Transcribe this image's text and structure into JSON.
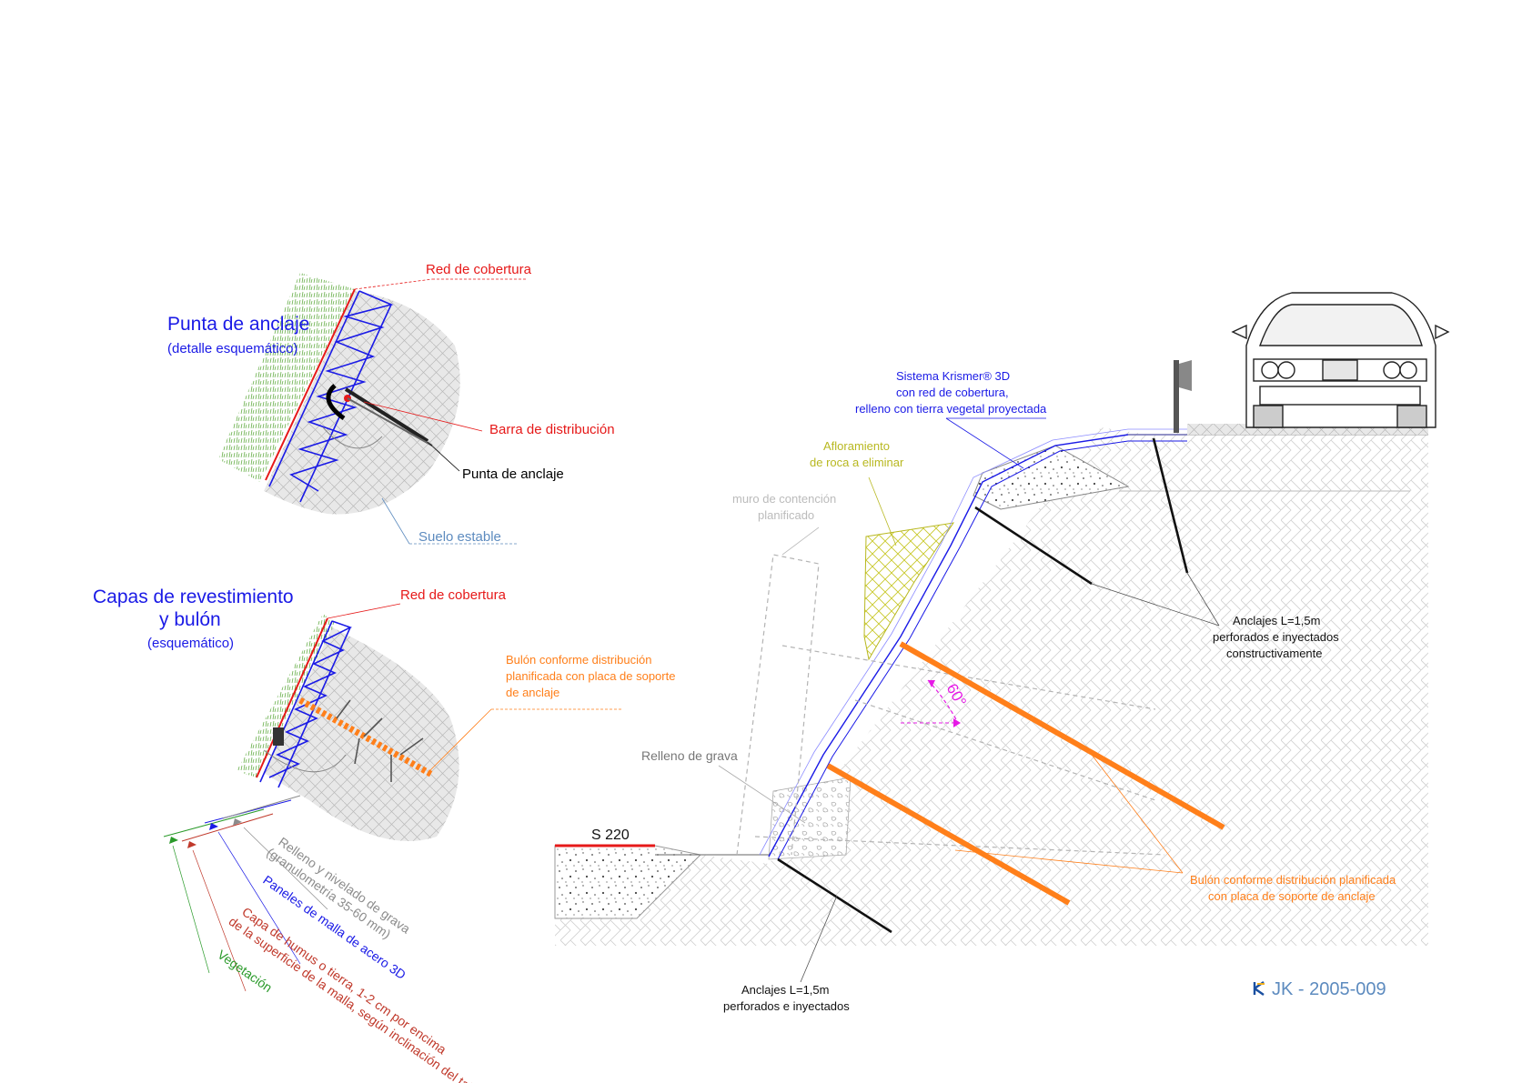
{
  "detail_top": {
    "title": "Punta de anclaje",
    "subtitle": "(detalle esquemático)",
    "label_net": "Red de cobertura",
    "label_bar": "Barra de distribución",
    "label_tip": "Punta de anclaje",
    "label_soil": "Suelo estable"
  },
  "detail_bottom": {
    "title_line1": "Capas de revestimiento",
    "title_line2": "y bulón",
    "subtitle": "(esquemático)",
    "label_net": "Red de cobertura",
    "label_bolt_1": "Bulón conforme distribución",
    "label_bolt_2": "planificada con placa de soporte",
    "label_bolt_3": "de anclaje",
    "layer_gravel_1": "Relleno y nivelado de grava",
    "layer_gravel_2": "(granulometría 35-60 mm)",
    "layer_mesh": "Paneles de malla de acero 3D",
    "layer_humus_1": "Capa de humus o tierra, 1-2 cm por encima",
    "layer_humus_2": "de la superficie de la malla, según inclinación del talud",
    "layer_vegetation": "Vegetación"
  },
  "section": {
    "label_system_1": "Sistema Krismer® 3D",
    "label_system_2": "con red de cobertura,",
    "label_system_3": "relleno con tierra vegetal proyectada",
    "label_rock_1": "Afloramiento",
    "label_rock_2": "de roca a eliminar",
    "label_wall_1": "muro de contención",
    "label_wall_2": "planificado",
    "label_anchors_top_1": "Anclajes L=1,5m",
    "label_anchors_top_2": "perforados e inyectados",
    "label_anchors_top_3": "constructivamente",
    "label_angle": "60°",
    "label_gravel": "Relleno de grava",
    "label_level": "S 220",
    "label_bolts_1": "Bulón conforme distribución planificada",
    "label_bolts_2": "con placa de soporte de anclaje",
    "label_anchors_bottom_1": "Anclajes L=1,5m",
    "label_anchors_bottom_2": "perforados e inyectados"
  },
  "stamp": {
    "code": "JK - 2005-009"
  },
  "colors": {
    "blue": "#1a1ae6",
    "red": "#e61919",
    "orange": "#ff7f1a",
    "green": "#2a9a2a",
    "darkred": "#c0392b",
    "grey": "#8c8c8c",
    "yellowgreen": "#b8b820",
    "magenta": "#e619e6",
    "steelblue": "#5d8bbf"
  }
}
